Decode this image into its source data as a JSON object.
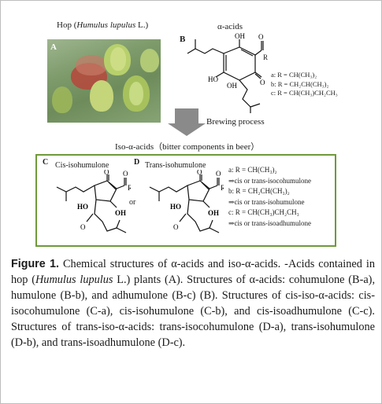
{
  "panelA": {
    "title_pre": "Hop (",
    "title_italic": "Humulus lupulus",
    "title_post": " L.)",
    "letter": "A"
  },
  "panelB": {
    "letter": "B",
    "title": "α-acids",
    "atoms": {
      "oh_top": "OH",
      "o_top": "O",
      "r": "R",
      "ho": "HO",
      "oh": "OH",
      "o_bottom": "O"
    },
    "r_groups": [
      "a: R = CH(CH₃)₂",
      "b: R = CH₂CH(CH₃)₂",
      "c: R = CH(CH₃)CH₂CH₃"
    ]
  },
  "arrow": {
    "label": "Brewing process"
  },
  "iso_title": "Iso-α-acids（bitter components in beer）",
  "panelC": {
    "letter": "C",
    "name": "Cis-isohumulone",
    "atoms": {
      "o": "O",
      "o2": "O",
      "r": "R",
      "ho": "HO",
      "oh": "OH",
      "o3": "O"
    }
  },
  "or_label": "or",
  "panelD": {
    "letter": "D",
    "name": "Trans-isohumulone",
    "atoms": {
      "o": "O",
      "o2": "O",
      "r": "R",
      "ho": "HO",
      "oh": "OH",
      "o3": "O"
    }
  },
  "iso_r_groups": [
    "a: R = CH(CH₃)₂",
    "⇒cis or trans-isocohumulone",
    "b: R = CH₂CH(CH₃)₂",
    "⇒cis or trans-isohumulone",
    "c: R = CH(CH₃)CH₂CH₃",
    "⇒cis or trans-isoadhumulone"
  ],
  "caption": {
    "fig_label": "Figure 1.",
    "text1": " Chemical structures of α-acids and iso-α-acids. -Acids contained in hop (",
    "italic": "Humulus lupulus",
    "text2": " L.) plants (A). Structures of α-acids: cohumulone (B-a), humulone (B-b), and adhumulone (B-c) (B). Structures of cis-iso-α-acids: cis-isocohumulone (C-a), cis-isohumulone (C-b), and cis-isoadhumulone (C-c). Structures of trans-iso-α-acids: trans-isocohumulone (D-a), trans-isohumulone (D-b), and trans-isoadhumulone (D-c)."
  }
}
